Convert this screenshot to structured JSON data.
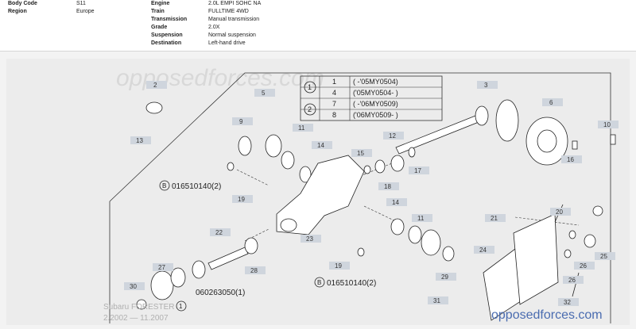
{
  "specs": {
    "left": [
      {
        "label": "Body Code",
        "value": "S11"
      },
      {
        "label": "Region",
        "value": "Europe"
      }
    ],
    "right": [
      {
        "label": "Engine",
        "value": "2.0L EMPI SOHC NA"
      },
      {
        "label": "Train",
        "value": "FULLTIME 4WD"
      },
      {
        "label": "Transmission",
        "value": "Manual transmission"
      },
      {
        "label": "Grade",
        "value": "2.0X"
      },
      {
        "label": "Suspension",
        "value": "Normal suspension"
      },
      {
        "label": "Destination",
        "value": "Left-hand drive"
      }
    ]
  },
  "diagram": {
    "watermark_top": "opposedforces.com",
    "watermark_bottom": "opposedforces.com",
    "model": "Subaru FORESTER",
    "period": "2.2002 — 11.2007",
    "legend": [
      {
        "circle": "1",
        "code": "1",
        "range": "(      -'05MY0504)"
      },
      {
        "circle": "1",
        "code": "4",
        "range": "('05MY0504-      )"
      },
      {
        "circle": "2",
        "code": "7",
        "range": "(      -'06MY0509)"
      },
      {
        "circle": "2",
        "code": "8",
        "range": "('06MY0509-      )"
      }
    ],
    "bolt_refs": [
      {
        "symbol": "B",
        "code": "016510140(2)"
      },
      {
        "symbol": "B",
        "code": "016510140(2)"
      }
    ],
    "part_060": "060263050(1)",
    "callouts": [
      "2",
      "5",
      "3",
      "6",
      "9",
      "11",
      "14",
      "15",
      "12",
      "17",
      "16",
      "10",
      "13",
      "18",
      "19",
      "20",
      "21",
      "14",
      "11",
      "22",
      "23",
      "27",
      "28",
      "19",
      "24",
      "26",
      "25",
      "29",
      "26",
      "30",
      "1",
      "31",
      "32"
    ]
  }
}
